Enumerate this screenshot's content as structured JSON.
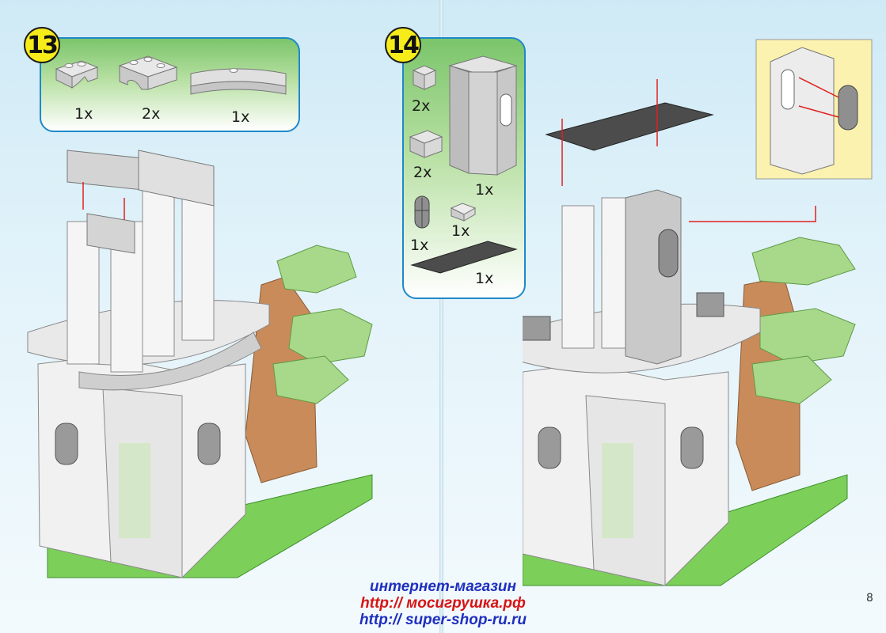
{
  "step13": {
    "number": "13",
    "parts": [
      {
        "name": "arch-brick-small",
        "qty": "1x"
      },
      {
        "name": "arch-brick",
        "qty": "2x"
      },
      {
        "name": "curved-brick",
        "qty": "1x"
      }
    ]
  },
  "step14": {
    "number": "14",
    "parts": [
      {
        "name": "brick-1x1",
        "qty": "2x"
      },
      {
        "name": "brick-1x2",
        "qty": "2x"
      },
      {
        "name": "tower-panel",
        "qty": "1x"
      },
      {
        "name": "window-gate",
        "qty": "1x"
      },
      {
        "name": "slope-brick",
        "qty": "1x"
      },
      {
        "name": "dark-plate-2x8",
        "qty": "1x"
      }
    ]
  },
  "footer": {
    "line1": "интернет-магазин",
    "line2": "http:// мосигрушка.рф",
    "line3": "http:// super-shop-ru.ru"
  },
  "page_number": "8",
  "colors": {
    "badge": "#f6ec1a",
    "box_border": "#1f88c9",
    "footer_blue": "#1e2fbf",
    "footer_red": "#d81414",
    "arrow_red": "#e02020",
    "callout_bg": "#fbf2b0"
  }
}
